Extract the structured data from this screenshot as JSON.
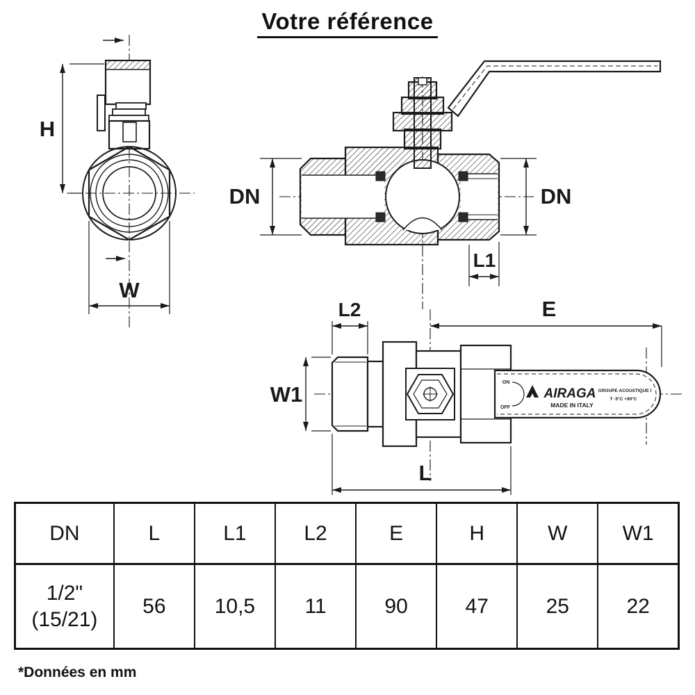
{
  "title": "Votre référence",
  "footnote": "*Données en mm",
  "views": {
    "front": {
      "h": "H",
      "w": "W"
    },
    "side": {
      "dn_left": "DN",
      "dn_right": "DN",
      "l1": "L1"
    },
    "top": {
      "l2": "L2",
      "e": "E",
      "w1": "W1",
      "l": "L",
      "handle": {
        "on": "ON",
        "off": "OFF",
        "brand": "AIRAGA",
        "made_in": "MADE IN ITALY",
        "acoustic": "GROUPE ACOUSTIQUE I",
        "temp": "T -5°C +90°C"
      }
    }
  },
  "table": {
    "headers": [
      "DN",
      "L",
      "L1",
      "L2",
      "E",
      "H",
      "W",
      "W1"
    ],
    "row": {
      "dn_line1": "1/2\"",
      "dn_line2": "(15/21)",
      "values": [
        "56",
        "10,5",
        "11",
        "90",
        "47",
        "25",
        "22"
      ]
    }
  },
  "colors": {
    "ink": "#1a1a1a",
    "background": "#ffffff"
  }
}
